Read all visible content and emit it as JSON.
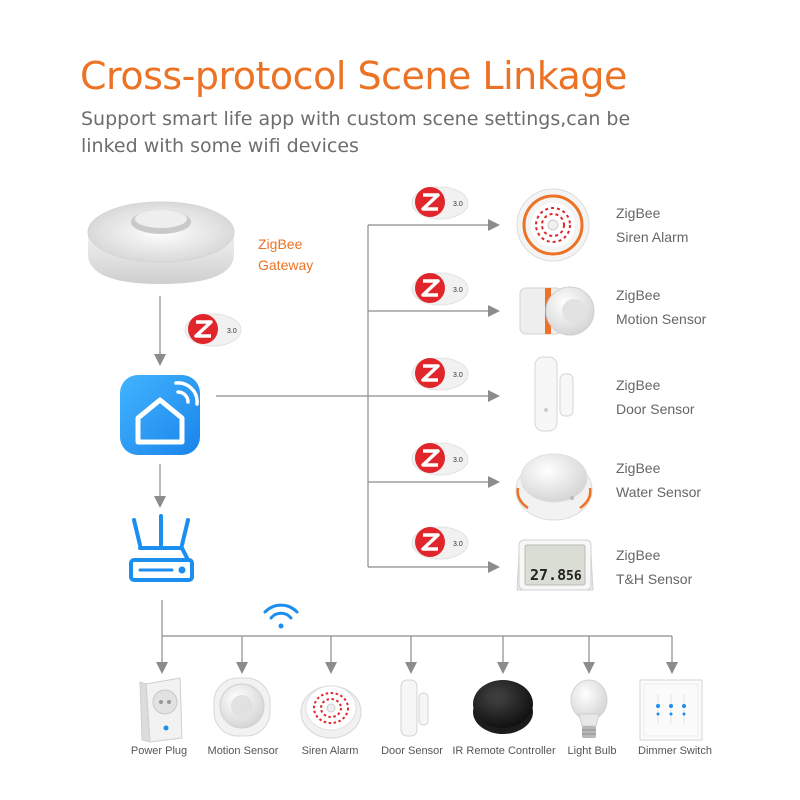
{
  "header": {
    "title": "Cross-protocol Scene Linkage",
    "subtitle_line1": "Support smart life app with custom scene settings,can be",
    "subtitle_line2": "linked with some wifi devices"
  },
  "gateway": {
    "label_line1": "ZigBee",
    "label_line2": "Gateway"
  },
  "zigbee_badge": {
    "version": "3.0",
    "icon": "zigbee-logo-icon"
  },
  "zigbee_devices": [
    {
      "line1": "ZigBee",
      "line2": "Siren Alarm"
    },
    {
      "line1": "ZigBee",
      "line2": "Motion Sensor"
    },
    {
      "line1": "ZigBee",
      "line2": "Door Sensor"
    },
    {
      "line1": "ZigBee",
      "line2": "Water Sensor"
    },
    {
      "line1": "ZigBee",
      "line2": "T&H Sensor"
    }
  ],
  "th_display": {
    "temp": "27.8",
    "humidity": "56"
  },
  "wifi_devices": [
    {
      "label": "Power Plug"
    },
    {
      "label": "Motion Sensor"
    },
    {
      "label": "Siren Alarm"
    },
    {
      "label": "Door Sensor"
    },
    {
      "label": "IR Remote Controller"
    },
    {
      "label": "Light Bulb"
    },
    {
      "label": "Dimmer Switch"
    }
  ],
  "colors": {
    "accent": "#ec7325",
    "zigbee_red": "#e0252b",
    "app_blue": "#1f9bf0",
    "router_blue": "#1b8ff0",
    "line_gray": "#8c8c8c"
  }
}
